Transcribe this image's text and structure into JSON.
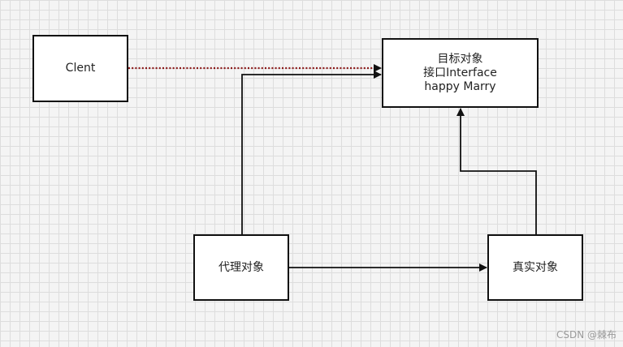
{
  "nodes": {
    "client": {
      "label": "Clent"
    },
    "target": {
      "lines": [
        "目标对象",
        "接口Interface",
        "happy Marry"
      ]
    },
    "proxy": {
      "label": "代理对象"
    },
    "real": {
      "label": "真实对象"
    }
  },
  "edges": [
    {
      "from": "client",
      "to": "target",
      "style": "dotted"
    },
    {
      "from": "proxy",
      "to": "target",
      "style": "solid"
    },
    {
      "from": "real",
      "to": "target",
      "style": "solid"
    },
    {
      "from": "proxy",
      "to": "real",
      "style": "solid"
    }
  ],
  "colors": {
    "stroke": "#111111",
    "box_fill": "#ffffff",
    "grid": "#dddddd",
    "dotted_link": "#8b1a1a"
  },
  "watermark": "CSDN @棘布"
}
